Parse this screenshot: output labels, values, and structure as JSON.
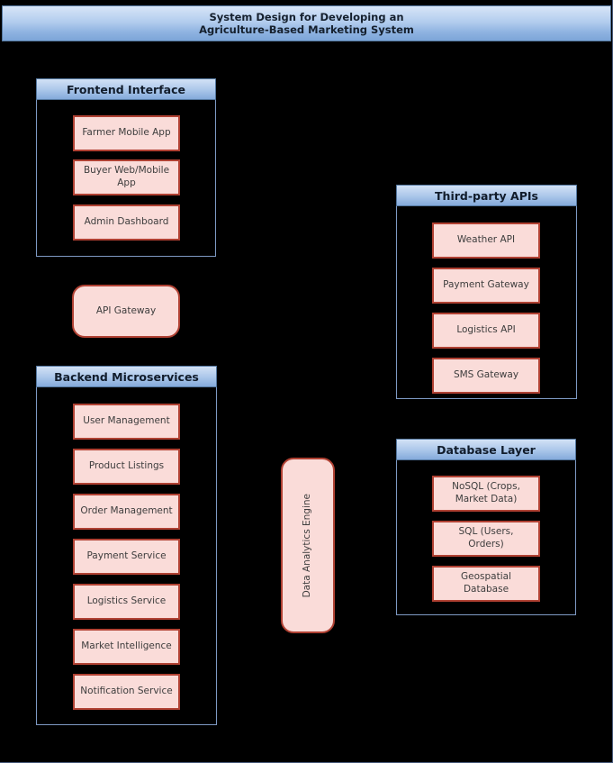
{
  "title": "System Design for Developing an\nAgriculture-Based Marketing System",
  "groups": [
    {
      "label": "Frontend Interface",
      "nodes": [
        "Farmer Mobile App",
        "Buyer Web/Mobile\nApp",
        "Admin Dashboard"
      ]
    },
    {
      "label": "Backend Microservices",
      "nodes": [
        "User Management",
        "Product Listings",
        "Order Management",
        "Payment Service",
        "Logistics Service",
        "Market Intelligence",
        "Notification Service"
      ]
    },
    {
      "label": "Third-party APIs",
      "nodes": [
        "Weather API",
        "Payment Gateway",
        "Logistics API",
        "SMS Gateway"
      ]
    },
    {
      "label": "Database Layer",
      "nodes": [
        "NoSQL (Crops,\nMarket Data)",
        "SQL (Users,\nOrders)",
        "Geospatial\nDatabase"
      ]
    }
  ],
  "standalone": {
    "api_gateway": "API Gateway",
    "data_analytics": "Data Analytics Engine"
  },
  "colors": {
    "background": "#000000",
    "header_gradient_top": "#d2e1f6",
    "header_gradient_bottom": "#84aadb",
    "header_border": "#54779f",
    "group_border": "#7e9ac4",
    "node_fill": "#fadcd9",
    "node_border": "#b04133",
    "node_text": "#3d3d3d",
    "header_text": "#111c2b"
  }
}
